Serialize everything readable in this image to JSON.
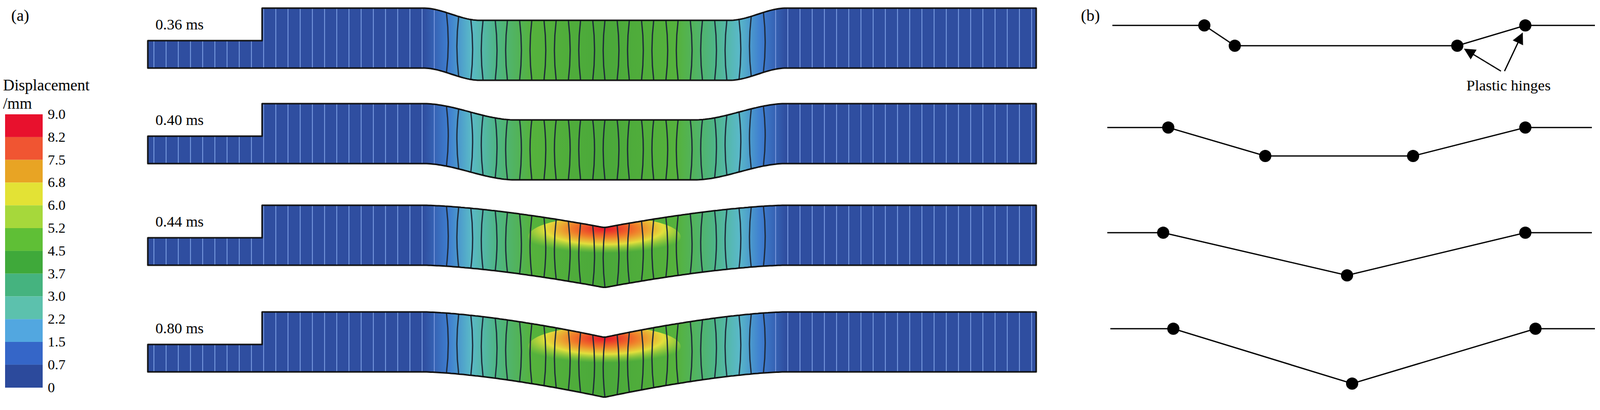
{
  "diagram": {
    "labels": [
      "(a)",
      "Displacement /mm",
      "9.0",
      "8.2",
      "7.5",
      "6.8",
      "6.0",
      "5.2",
      "4.5",
      "3.7",
      "3.0",
      "2.2",
      "1.5",
      "0.7",
      "0",
      "0.36 ms",
      "0.40 ms",
      "0.44 ms",
      "0.80 ms",
      "(b)",
      "Plastic hinges"
    ]
  }
}
